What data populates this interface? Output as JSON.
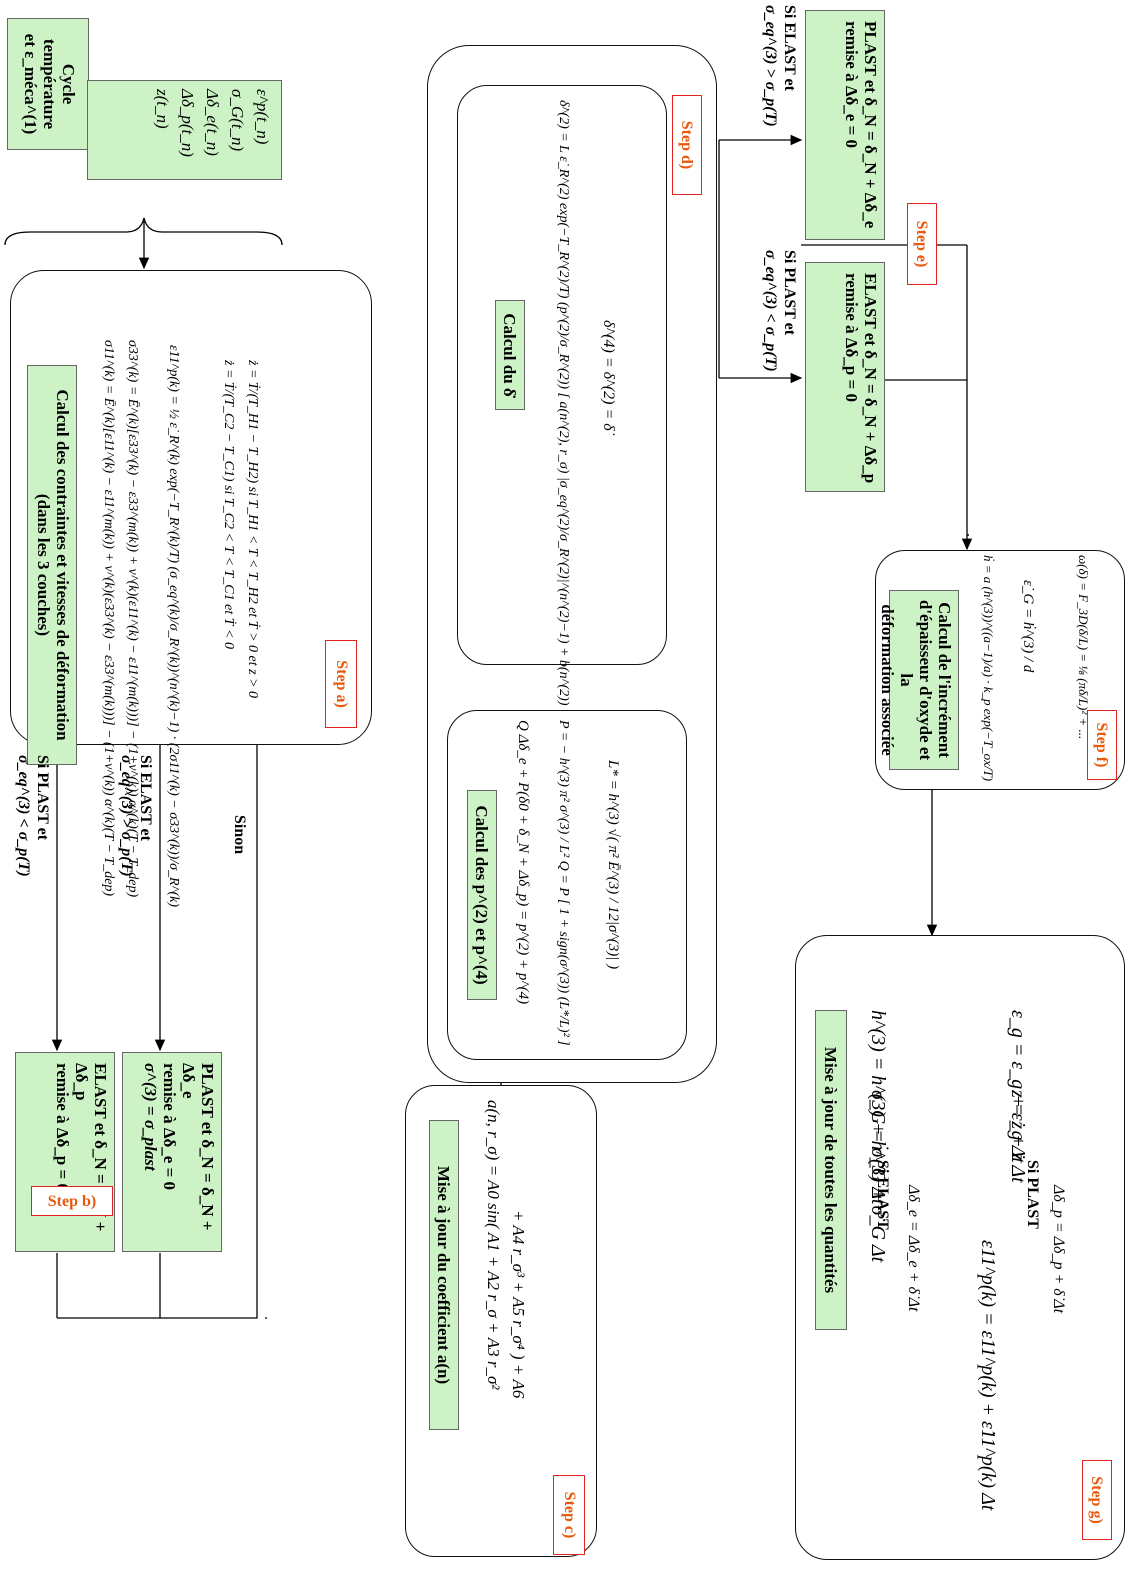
{
  "steps": {
    "a": "Step a)",
    "b": "Step b)",
    "c": "Step c)",
    "d": "Step d)",
    "e": "Step e)",
    "f": "Step f)",
    "g": "Step g)"
  },
  "cycle": {
    "title_line1": "Cycle température",
    "title_line2": "et ε_méca^(1)",
    "vars": [
      "ε^p(t_n)",
      "σ_G(t_n)",
      "Δδ_e(t_n)",
      "Δδ_p(t_n)",
      "z(t_n)"
    ]
  },
  "calc_contraintes": {
    "title_line1": "Calcul des contraintes et vitesses de déformation",
    "title_line2": "(dans les 3 couches)",
    "eq1": "σ11^(k) = Ē^(k)[ε11^(k) − ε11^(m(k)) + ν^(k)(ε33^(k) − ε33^(m(k)))] − (1+ν^(k)) α^(k)(T − T_dep)",
    "eq2": "σ33^(k) = Ē^(k)[ε33^(k) − ε33^(m(k)) + ν^(k)(ε11^(k) − ε11^(m(k)))] − (1+ν^(k)) α^(k)(T − T_dep)",
    "eq3": "ε̇11^p(k) = ½ ε̇_R^(k) exp(−T_R^(k)/T) (σ_eq^(k)/σ_R^(k))^(n^(k)−1) · (2σ11^(k) − σ33^(k))/σ_R^(k)",
    "eq4a": "ż = Ṫ/(T_C2 − T_C1)   si T_C2 < T < T_C1  et  Ṫ < 0",
    "eq4b": "ż = Ṫ/(T_H1 − T_H2)   si T_H1 < T < T_H2  et  Ṫ > 0 et z > 0"
  },
  "branches_top": {
    "plast_cond_line1": "Si PLAST et",
    "plast_cond_line2": "σ_eq^(3) < σ_p(T)",
    "elast_cond_line1": "Si ELAST et",
    "elast_cond_line2": "σ_eq^(3) > σ_p(T)",
    "sinon": "Sinon",
    "box_elast_line1": "ELAST et δ_N = δ_N + Δδ_p",
    "box_elast_line2": "remise à  Δδ_p = 0",
    "box_plast_line1": "PLAST et δ_N = δ_N + Δδ_e",
    "box_plast_line2": "remise à  Δδ_e = 0",
    "box_plast_line3": "σ^(3) = σ_plast"
  },
  "coef_update": {
    "title": "Mise à jour du coefficient a(n)",
    "eq_line1": "a(n, r_σ) = A0 sin( A1 + A2 r_σ + A3 r_σ²",
    "eq_line2": "+ A4 r_σ³ + A5 r_σ⁴ ) + A6"
  },
  "calc_delta": {
    "title": "Calcul du δ̇",
    "eq1": "δ̇^(2) = L ε̇_R^(2) exp(−T_R^(2)/T) (p^(2)/σ_R^(2)) [ a(n^(2), r_σ) |σ_eq^(2)/σ_R^(2)|^(n^(2)−1) + b(n^(2)) |p^(2)/σ_R^(2)|^(n^(2)−1) ]",
    "eq2": "δ̇^(4) = δ̇^(2) = δ̇"
  },
  "calc_p": {
    "title": "Calcul des p^(2) et p^(4)",
    "eq1": "Q Δδ_e + P(δ0 + δ_N + Δδ_p) = p^(2) + p^(4)",
    "eq2": "P = − h^(3) π² σ^(3) / L²    Q = P [ 1 + sign(σ^(3)) (L*/L)² ]",
    "eq3": "L* = h^(3) √( π² Ē^(3) / 12|σ^(3)| )"
  },
  "branches_bottom": {
    "elast_cond_line1": "Si ELAST et",
    "elast_cond_line2": "σ_eq^(3) > σ_p(T)",
    "plast_cond_line1": "Si PLAST et",
    "plast_cond_line2": "σ_eq^(3) < σ_p(T)",
    "box_plast_line1": "PLAST et δ_N = δ_N + Δδ_e",
    "box_plast_line2": "remise à  Δδ_e = 0",
    "box_elast_line1": "ELAST et δ_N = δ_N + Δδ_p",
    "box_elast_line2": "remise à  Δδ_p = 0"
  },
  "oxide": {
    "title_line1": "Calcul de l'incrément",
    "title_line2": "d'épaisseur d'oxyde et la",
    "title_line3": "déformation associée",
    "eq1": "ḣ = a (h^(3))^((a−1)/a) · k_p exp(−T_ox/T)",
    "eq2": "ε̇_G = ḣ^(3) / d",
    "eq3": "ω(δ) = F_3D(δ/L) = ⅛ (πδ/L)² + ..."
  },
  "update_all": {
    "title": "Mise à jour de toutes les quantités",
    "eq1": "h^(3) = h^(3) + ḣ^(3) Δt",
    "eq2": "ε_g = ε_g + ε̇_g Δt",
    "eq3": "σ_G = σ_G + σ̇_G Δt",
    "eq4": "z = z + ż Δt",
    "si_elast": "Si ELAST",
    "si_plast": "Si PLAST",
    "eq5": "Δδ_e = Δδ_e + δ̇ Δt",
    "eq6": "Δδ_p = Δδ_p + δ̇ Δt",
    "eq7": "ε11^p(k) = ε11^p(k) + ε̇11^p(k) Δt"
  }
}
